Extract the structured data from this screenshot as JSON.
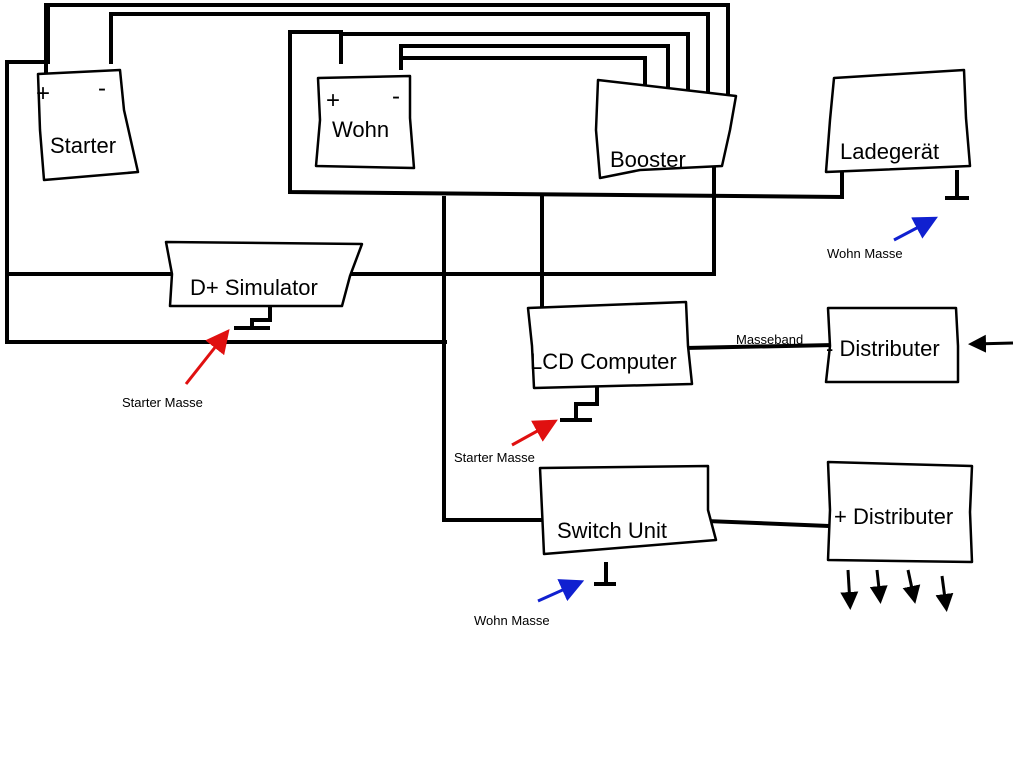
{
  "components": {
    "starter": "Starter",
    "wohn": "Wohn",
    "booster": "Booster",
    "ladegeraet": "Ladegerät",
    "d_simulator": "D+ Simulator",
    "lcd_computer": "LCD Computer",
    "minus_distributer": "- Distributer",
    "plus_distributer": "+ Distributer",
    "switch_unit": "Switch Unit"
  },
  "terminals": {
    "plus": "+",
    "minus": "-"
  },
  "annotations": {
    "wohn_masse_ladegeraet": "Wohn Masse",
    "starter_masse_d_simulator": "Starter Masse",
    "starter_masse_lcd": "Starter Masse",
    "wohn_masse_switch": "Wohn Masse",
    "masseband": "Masseband"
  },
  "colors": {
    "wire": "#000000",
    "starter_masse_arrow": "#e01010",
    "wohn_masse_arrow": "#1020d0"
  }
}
